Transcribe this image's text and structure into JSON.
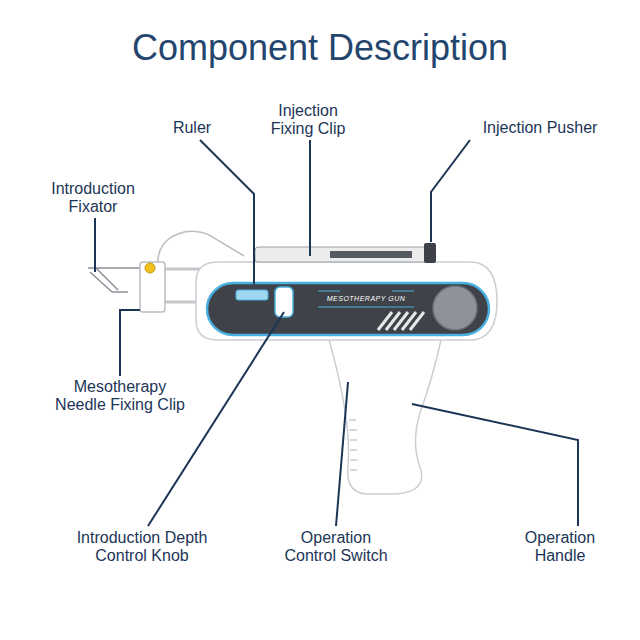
{
  "diagram": {
    "title": "Component Description",
    "labels": [
      "Ruler",
      "Injection Fixing Clip",
      "Injection Pusher",
      "Introduction Fixator",
      "Mesotherapy Needle Fixing Clip",
      "Introduction Depth Control Knob",
      "Operation Control Switch",
      "Operation Handle",
      "MESOTHERAPY GUN"
    ]
  }
}
